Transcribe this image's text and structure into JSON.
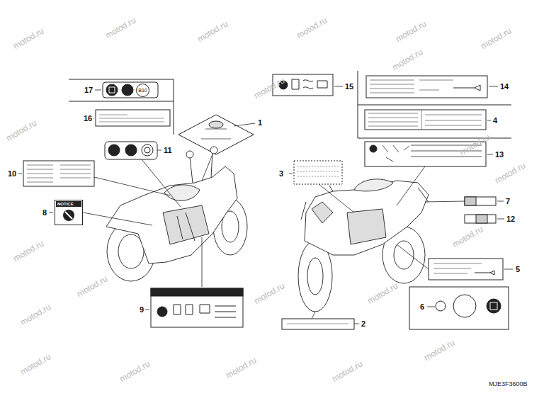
{
  "diagram": {
    "nodes": [
      {
        "text": [
          "NOTICE"
        ]
      },
      {
        "text": [
          "B10"
        ]
      }
    ],
    "labels": [
      "17",
      "16",
      "1",
      "11",
      "10",
      "8",
      "9",
      "15",
      "14",
      "4",
      "13",
      "3",
      "7",
      "12",
      "5",
      "6",
      "2",
      "MJE3F3600B",
      "motod.ru",
      "motod.ru",
      "motod.ru",
      "motod.ru",
      "motod.ru",
      "motod.ru",
      "motod.ru",
      "motod.ru",
      "motod.ru",
      "motod.ru",
      "motod.ru",
      "motod.ru",
      "motod.ru",
      "motod.ru",
      "motod.ru",
      "motod.ru",
      "motod.ru",
      "motod.ru",
      "motod.ru",
      "motod.ru",
      "motod.ru",
      "motod.ru"
    ]
  }
}
